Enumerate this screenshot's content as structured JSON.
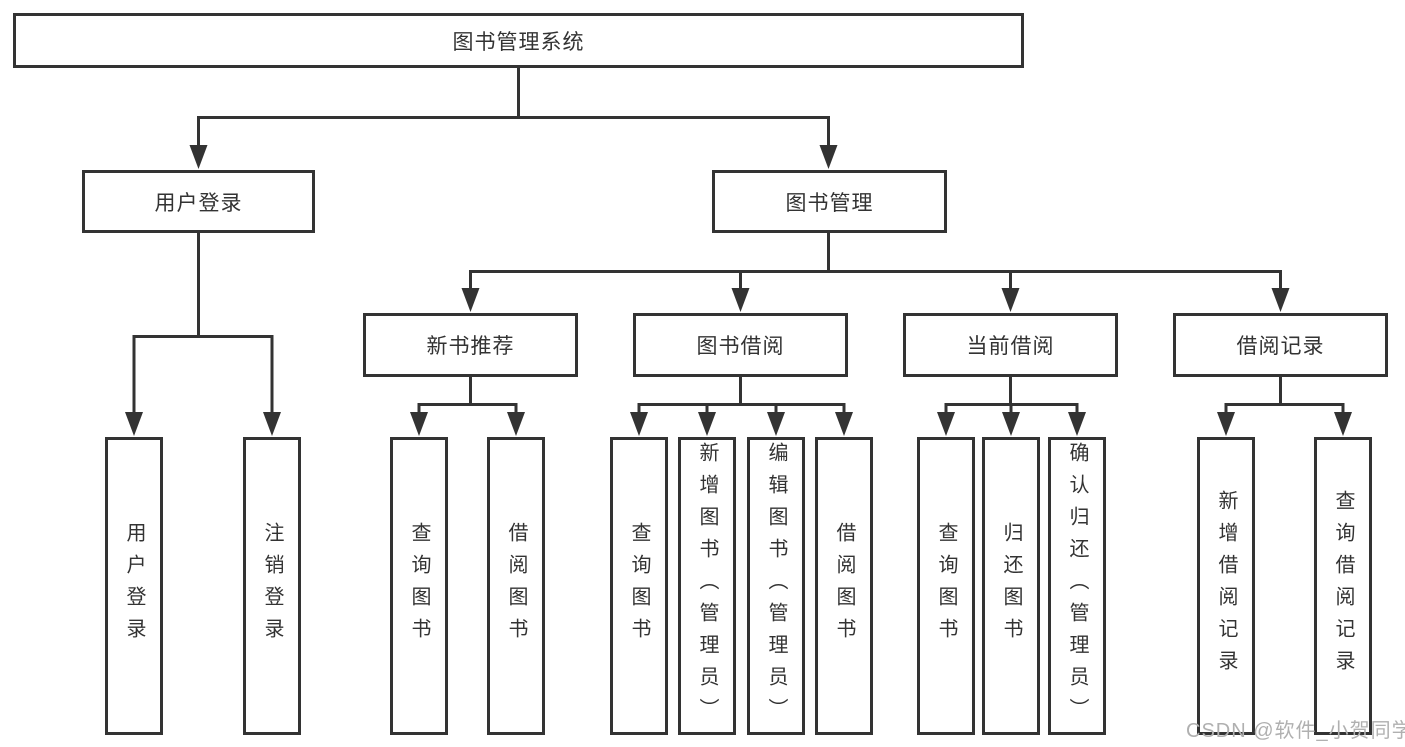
{
  "nodes": {
    "root": "图书管理系统",
    "user_login": "用户登录",
    "book_management": "图书管理",
    "new_book_recommendation": "新书推荐",
    "book_borrowing": "图书借阅",
    "current_borrowing": "当前借阅",
    "borrowing_records": "借阅记录",
    "user_login_leaf": "用户登录",
    "logout_leaf": "注销登录",
    "nb_query_books": "查询图书",
    "nb_borrow_books": "借阅图书",
    "bb_query_books": "查询图书",
    "bb_add_books": "新增图书（管理员）",
    "bb_edit_books": "编辑图书（管理员）",
    "bb_borrow_books": "借阅图书",
    "cb_query_books": "查询图书",
    "cb_return_books": "归还图书",
    "cb_confirm_return": "确认归还（管理员）",
    "br_add_record": "新增借阅记录",
    "br_query_record": "查询借阅记录"
  },
  "watermark": "CSDN @软件_小贺同学",
  "colors": {
    "line": "#333333",
    "text": "#333333",
    "watermark": "#b0b0b0",
    "background": "#ffffff"
  }
}
